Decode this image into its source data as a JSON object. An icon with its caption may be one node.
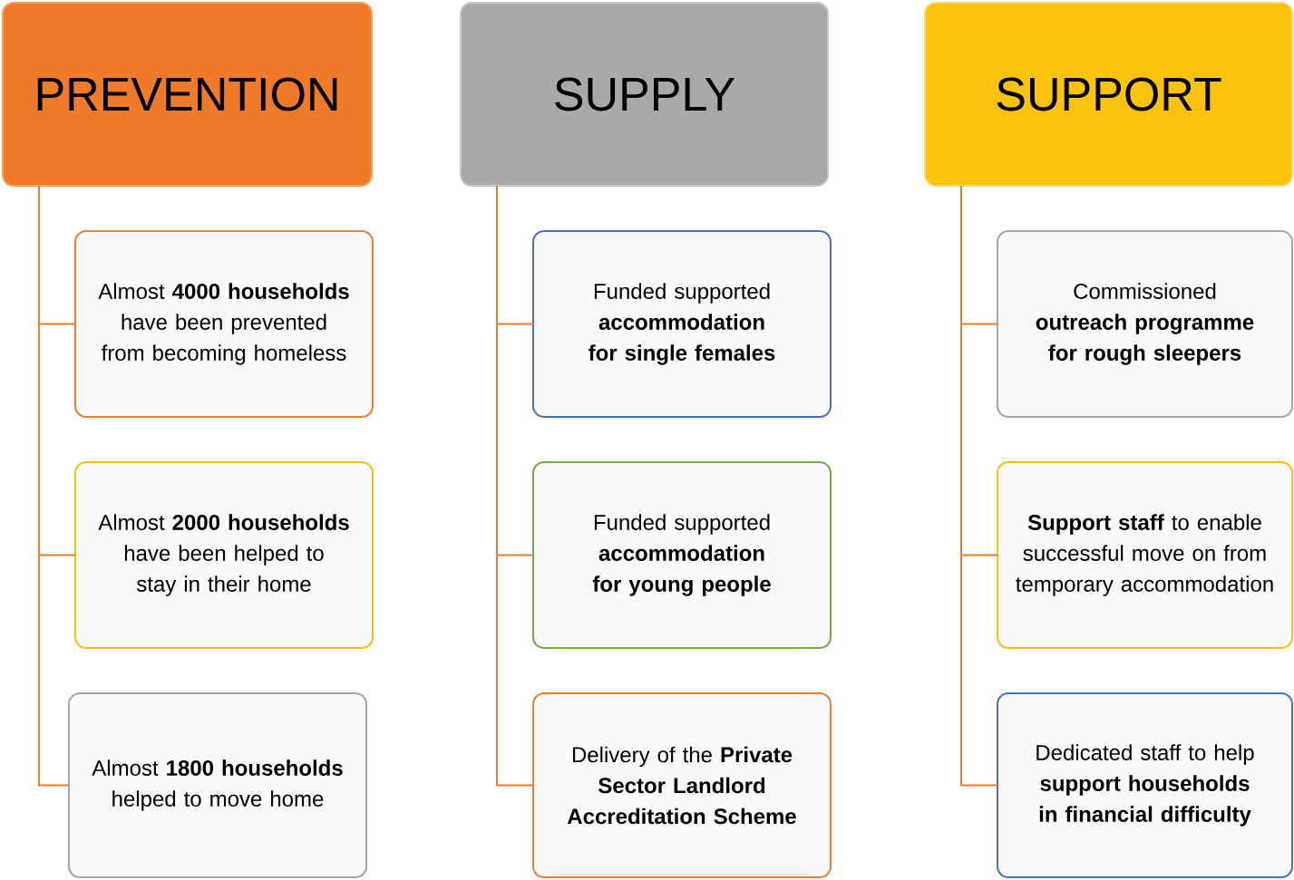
{
  "diagram": {
    "nodes": [
      {
        "text": [
          "PREVENTION"
        ]
      },
      {
        "text": [
          "SUPPLY"
        ]
      },
      {
        "text": [
          "SUPPORT"
        ]
      },
      {
        "text": [
          "Almost **4000 households** have been prevented from becoming homeless"
        ]
      },
      {
        "text": [
          "Funded supported **accommodation for single females**"
        ]
      },
      {
        "text": [
          "Commissioned **outreach programme for rough sleepers**"
        ]
      },
      {
        "text": [
          "Almost **2000 households** have been helped to stay in their home"
        ]
      },
      {
        "text": [
          "Funded supported **accommodation for young people**"
        ]
      },
      {
        "text": [
          "**Support staff** to enable successful move on from temporary accommodation"
        ]
      },
      {
        "text": [
          "Almost **1800 households** helped to move home"
        ]
      },
      {
        "text": [
          "Delivery of the **Private Sector Landlord Accreditation Scheme**"
        ]
      },
      {
        "text": [
          "Dedicated staff to help **support households in financial difficulty**"
        ]
      }
    ],
    "edges": [
      {
        "from": 0,
        "to": 3,
        "arrow": "none"
      },
      {
        "from": 0,
        "to": 6,
        "arrow": "none"
      },
      {
        "from": 0,
        "to": 9,
        "arrow": "none"
      },
      {
        "from": 1,
        "to": 4,
        "arrow": "none"
      },
      {
        "from": 1,
        "to": 7,
        "arrow": "none"
      },
      {
        "from": 1,
        "to": 10,
        "arrow": "none"
      },
      {
        "from": 2,
        "to": 5,
        "arrow": "none"
      },
      {
        "from": 2,
        "to": 8,
        "arrow": "none"
      },
      {
        "from": 2,
        "to": 11,
        "arrow": "none"
      }
    ]
  }
}
